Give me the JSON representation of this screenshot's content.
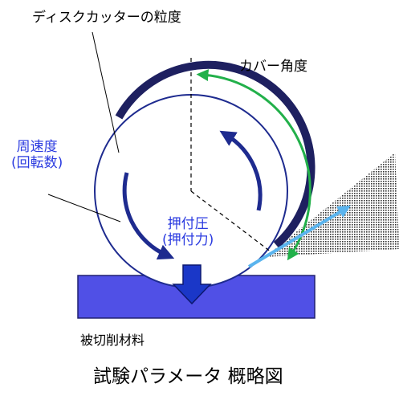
{
  "labels": {
    "disc_grain": "ディスクカッターの粒度",
    "cover_angle": "カバー角度",
    "peripheral_speed": "周速度",
    "rotation_count": "(回転数)",
    "pressing_pressure": "押付圧",
    "pressing_force": "(押付力)",
    "workpiece": "被切削材料"
  },
  "caption": "試験パラメータ 概略図",
  "colors": {
    "disc_outline": "#1e2b8f",
    "cover": "#1e2060",
    "rotation_arrows": "#1e2b8f",
    "cover_angle_arrow": "#22b04a",
    "spark_arrow": "#5ab4ee",
    "workpiece_fill": "#5050e6",
    "press_arrow": "#1a37c8",
    "blue_text": "#2b3be0"
  }
}
